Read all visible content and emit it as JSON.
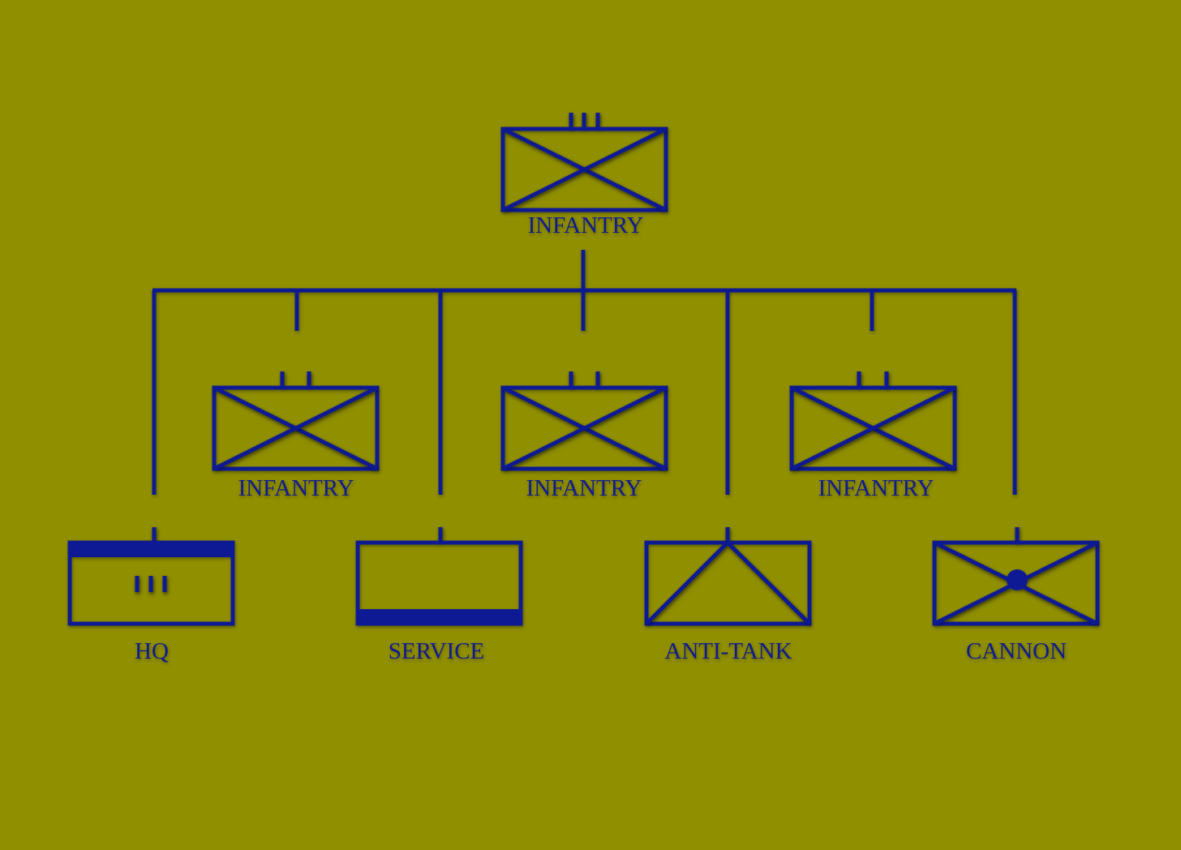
{
  "colors": {
    "background": "#908f00",
    "symbol": "#0e1a93"
  },
  "units": {
    "regiment": {
      "label": "INFANTRY",
      "echelon_marks": 3,
      "symbol": "infantry"
    },
    "battalions": [
      {
        "label": "INFANTRY",
        "echelon_marks": 2,
        "symbol": "infantry"
      },
      {
        "label": "INFANTRY",
        "echelon_marks": 2,
        "symbol": "infantry"
      },
      {
        "label": "INFANTRY",
        "echelon_marks": 2,
        "symbol": "infantry"
      }
    ],
    "companies": [
      {
        "label": "HQ",
        "symbol": "headquarters",
        "inner_marks": 3
      },
      {
        "label": "SERVICE",
        "symbol": "service"
      },
      {
        "label": "ANTI-TANK",
        "symbol": "anti-tank"
      },
      {
        "label": "CANNON",
        "symbol": "cannon"
      }
    ]
  }
}
